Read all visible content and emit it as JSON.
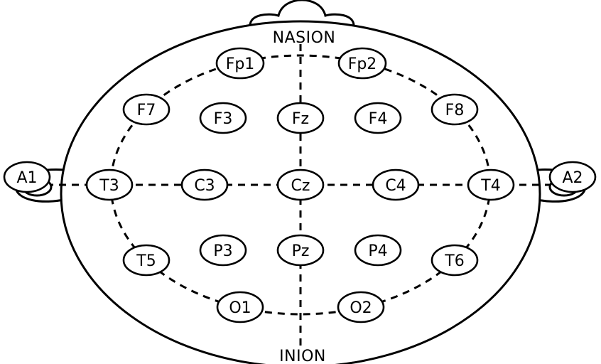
{
  "landmarks": {
    "top": "NASION",
    "bottom": "INION"
  },
  "electrodes": [
    {
      "id": "fp1",
      "label": "Fp1"
    },
    {
      "id": "fp2",
      "label": "Fp2"
    },
    {
      "id": "f7",
      "label": "F7"
    },
    {
      "id": "f3",
      "label": "F3"
    },
    {
      "id": "fz",
      "label": "Fz"
    },
    {
      "id": "f4",
      "label": "F4"
    },
    {
      "id": "f8",
      "label": "F8"
    },
    {
      "id": "a1",
      "label": "A1"
    },
    {
      "id": "t3",
      "label": "T3"
    },
    {
      "id": "c3",
      "label": "C3"
    },
    {
      "id": "cz",
      "label": "Cz"
    },
    {
      "id": "c4",
      "label": "C4"
    },
    {
      "id": "t4",
      "label": "T4"
    },
    {
      "id": "a2",
      "label": "A2"
    },
    {
      "id": "t5",
      "label": "T5"
    },
    {
      "id": "p3",
      "label": "P3"
    },
    {
      "id": "pz",
      "label": "Pz"
    },
    {
      "id": "p4",
      "label": "P4"
    },
    {
      "id": "t6",
      "label": "T6"
    },
    {
      "id": "o1",
      "label": "O1"
    },
    {
      "id": "o2",
      "label": "O2"
    }
  ]
}
